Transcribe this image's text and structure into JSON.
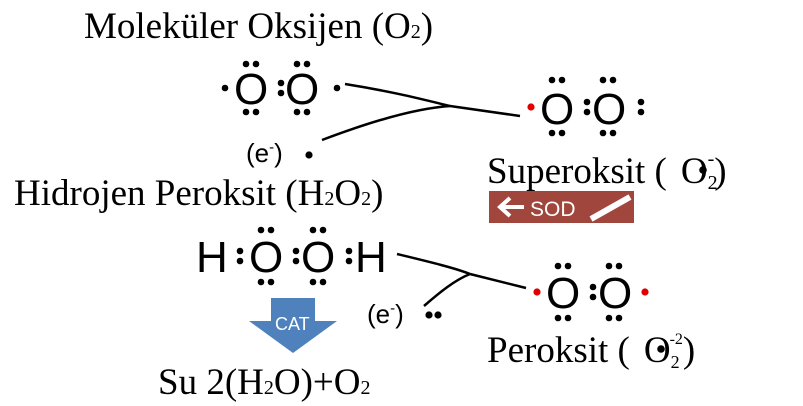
{
  "labels": {
    "molecular_oxygen": "Moleküler Oksijen (O",
    "molecular_oxygen_sub": "2",
    "molecular_oxygen_close": ")",
    "superoxide": "Superoksit (",
    "superoxide_formula": "O",
    "superoxide_sub": "2",
    "superoxide_sup": "-",
    "superoxide_close": ")",
    "hydrogen_peroxide": "Hidrojen Peroksit (H",
    "hydrogen_peroxide_sub1": "2",
    "hydrogen_peroxide_mid": "O",
    "hydrogen_peroxide_sub2": "2",
    "hydrogen_peroxide_close": ")",
    "peroxide": "Peroksit (",
    "peroxide_formula": "O",
    "peroxide_sub": "2",
    "peroxide_sup": "-2",
    "peroxide_close": ")",
    "water": "Su 2(H",
    "water_sub": "2",
    "water_mid": "O)+O",
    "water_sub2": "2",
    "electron_1": "(e",
    "electron_1_sup": "-",
    "electron_1_close": ")",
    "electron_2": "(e",
    "electron_2_sup": "-",
    "electron_2_close": ")"
  },
  "atoms": {
    "o2_left": "O",
    "o2_right": "O",
    "superoxide_left": "O",
    "superoxide_right": "O",
    "h2o2_h_left": "H",
    "h2o2_o_left": "O",
    "h2o2_o_right": "O",
    "h2o2_h_right": "H",
    "peroxide_left": "O",
    "peroxide_right": "O"
  },
  "enzymes": {
    "sod": "SOD",
    "cat": "CAT"
  },
  "colors": {
    "sod_fill": "#a0463c",
    "cat_fill": "#4f81bd",
    "unpaired_electron": "#e00000",
    "ink": "#000000"
  }
}
